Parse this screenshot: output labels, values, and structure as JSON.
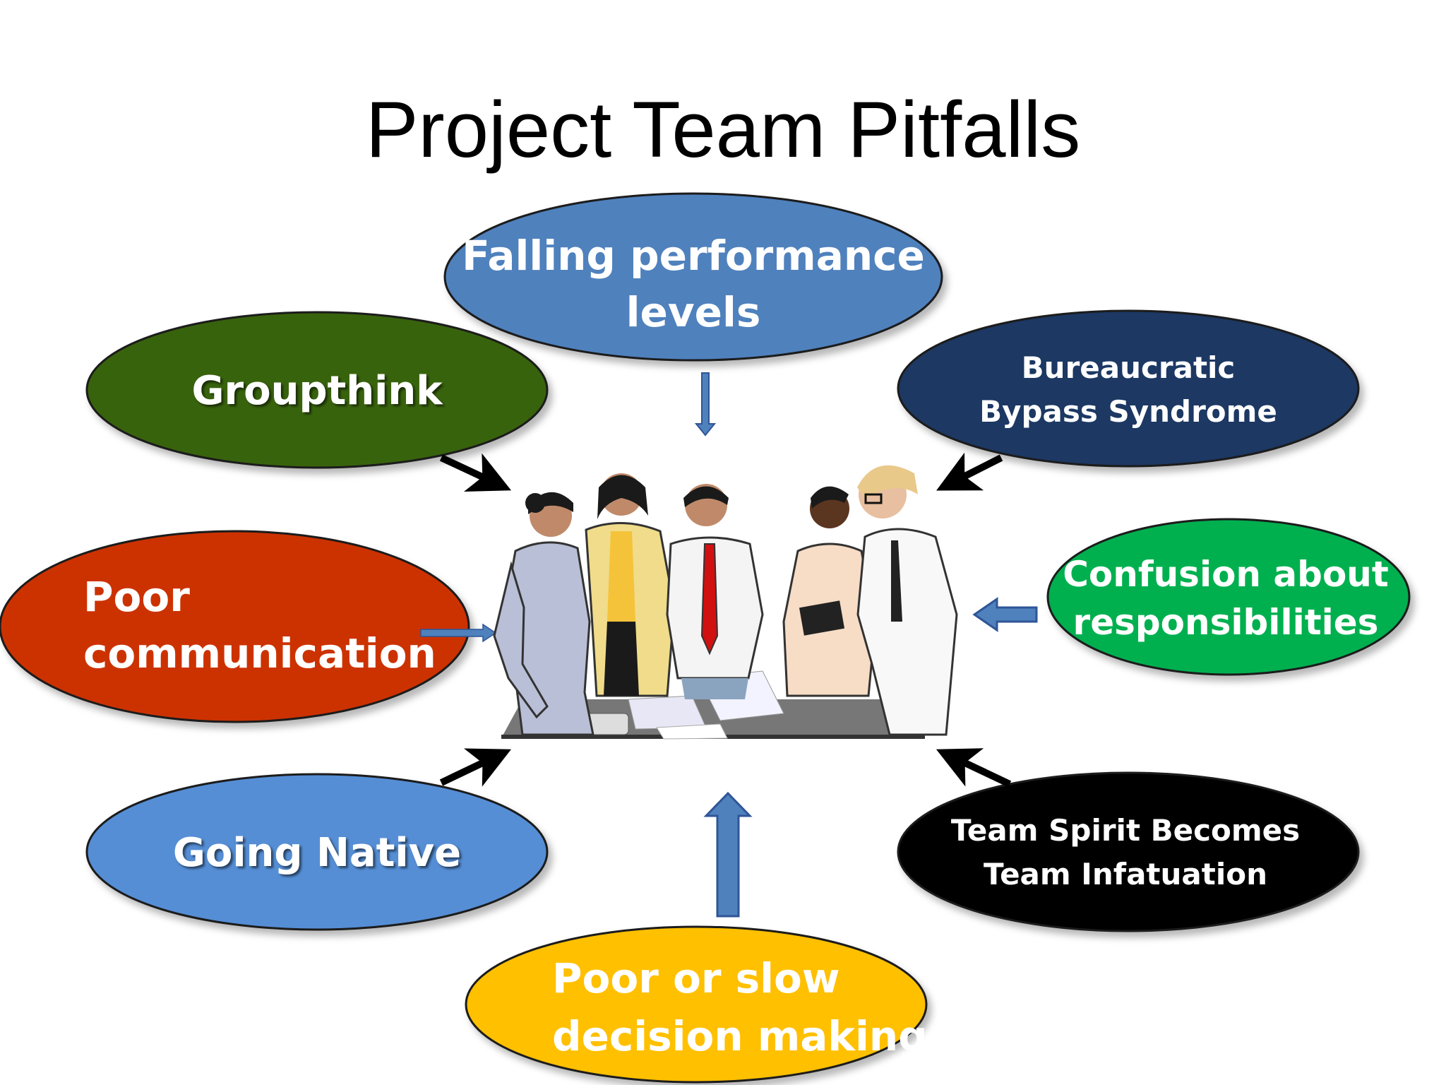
{
  "title": "Project Team Pitfalls",
  "center_image": "team-of-five-people-clipart",
  "pitfalls": [
    {
      "id": "falling",
      "lines": [
        "Falling performance",
        "levels"
      ],
      "fill": "#4f81bd",
      "text_color": "#ffffff"
    },
    {
      "id": "groupthink",
      "lines": [
        "Groupthink"
      ],
      "fill": "#376309",
      "text_color": "#ffffff"
    },
    {
      "id": "bureaucratic",
      "lines": [
        "Bureaucratic",
        "Bypass Syndrome"
      ],
      "fill": "#1f3864",
      "text_color": "#ffffff"
    },
    {
      "id": "poor-communication",
      "lines": [
        "Poor",
        "communication"
      ],
      "fill": "#cc3300",
      "text_color": "#ffffff"
    },
    {
      "id": "confusion",
      "lines": [
        "Confusion about",
        "responsibilities"
      ],
      "fill": "#00b050",
      "text_color": "#ffffff"
    },
    {
      "id": "going-native",
      "lines": [
        "Going Native"
      ],
      "fill": "#558ed5",
      "text_color": "#ffffff"
    },
    {
      "id": "team-spirit",
      "lines": [
        "Team Spirit Becomes",
        "Team Infatuation"
      ],
      "fill": "#000000",
      "text_color": "#ffffff"
    },
    {
      "id": "poor-decision",
      "lines": [
        "Poor or slow",
        "decision making"
      ],
      "fill": "#ffc000",
      "text_color": "#ffffff"
    }
  ]
}
